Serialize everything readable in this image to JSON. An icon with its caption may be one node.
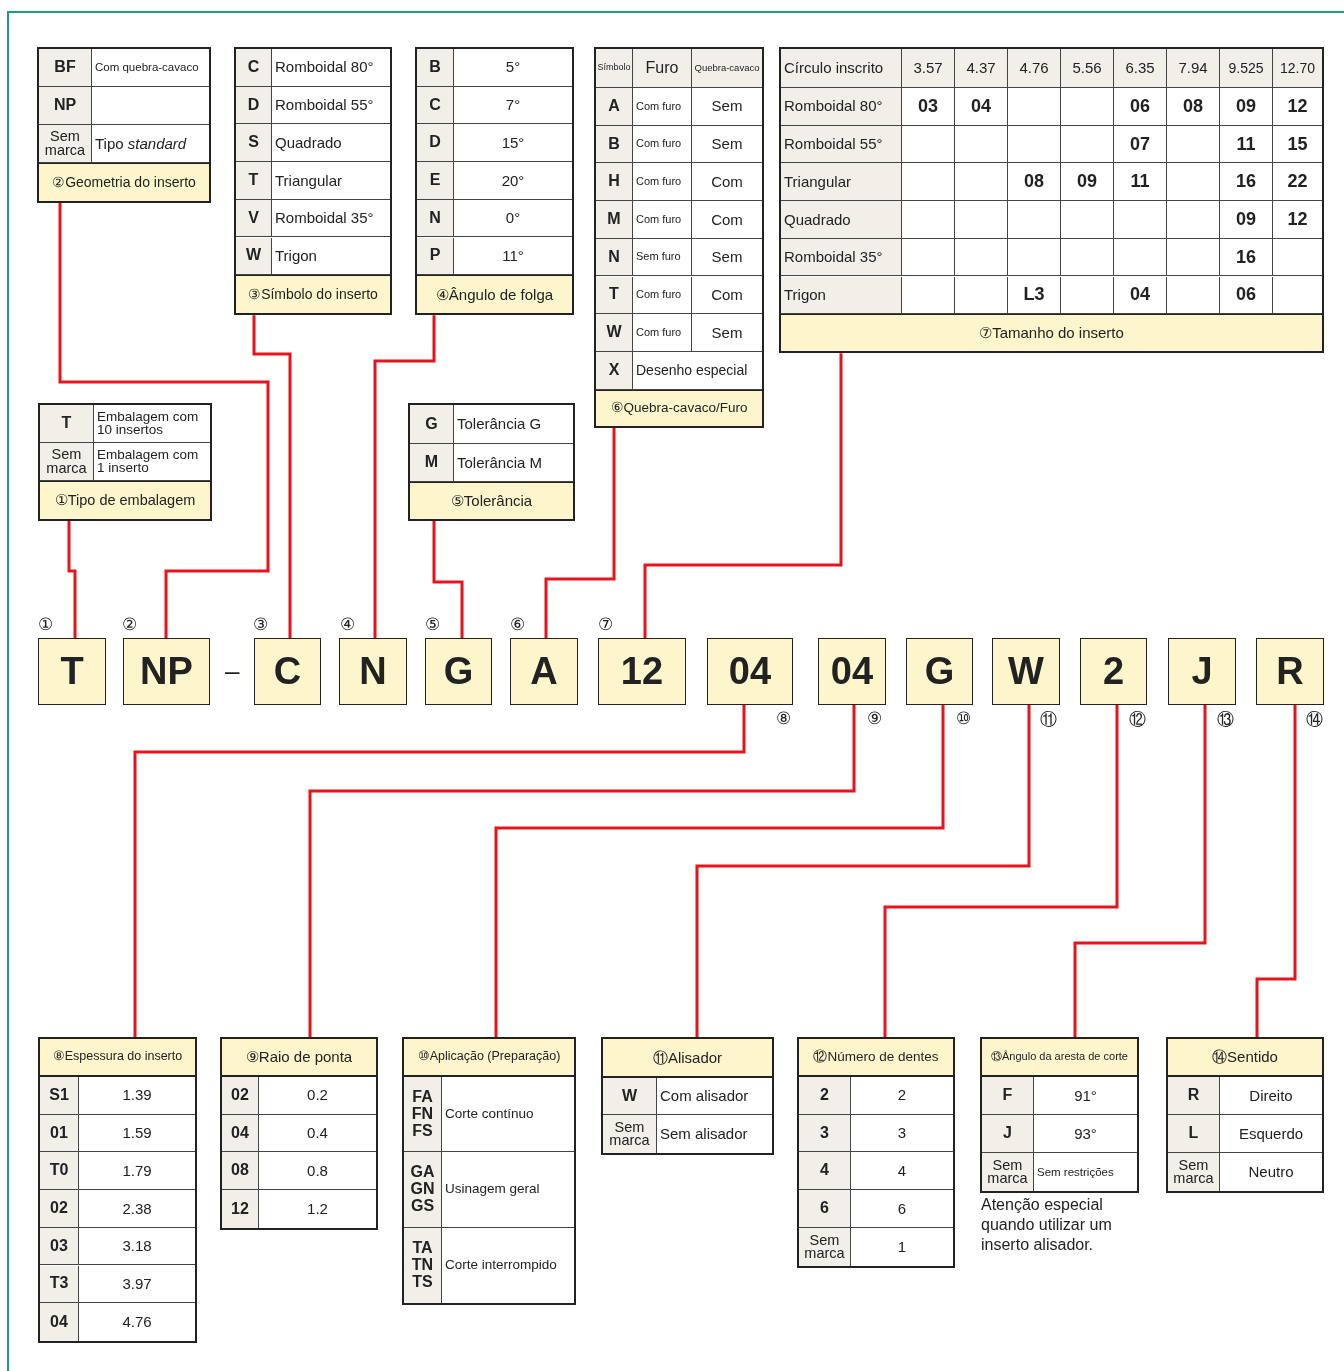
{
  "diagram": {
    "nodes": [
      {
        "text": [
          "BF",
          "Com quebra-cavaco",
          "NP",
          "Sem marca",
          "Tipo *standard*",
          "②Geometria do inserto"
        ]
      },
      {
        "text": [
          "C",
          "Romboidal 80°",
          "D",
          "Romboidal 55°",
          "S",
          "Quadrado",
          "T",
          "Triangular",
          "V",
          "Romboidal 35°",
          "W",
          "Trigon",
          "③Símbolo do inserto"
        ]
      },
      {
        "text": [
          "B",
          "5°",
          "C",
          "7°",
          "D",
          "15°",
          "E",
          "20°",
          "N",
          "0°",
          "P",
          "11°",
          "④Ângulo de folga"
        ]
      },
      {
        "text": [
          "Símbolo",
          "Furo",
          "Quebra-cavaco",
          "A",
          "Com furo",
          "Sem",
          "B",
          "Com furo",
          "Sem",
          "H",
          "Com furo",
          "Com",
          "M",
          "Com furo",
          "Com",
          "N",
          "Sem furo",
          "Sem",
          "T",
          "Com furo",
          "Com",
          "W",
          "Com furo",
          "Sem",
          "X",
          "Desenho especial",
          "⑥Quebra-cavaco/Furo"
        ]
      },
      {
        "text": [
          "Círculo inscrito",
          "3.57",
          "4.37",
          "4.76",
          "5.56",
          "6.35",
          "7.94",
          "9.525",
          "12.70",
          "Romboidal 80°",
          "03",
          "04",
          "06",
          "08",
          "09",
          "12",
          "Romboidal 55°",
          "07",
          "11",
          "15",
          "Triangular",
          "08",
          "09",
          "11",
          "16",
          "22",
          "Quadrado",
          "09",
          "12",
          "Romboidal 35°",
          "16",
          "Trigon",
          "L3",
          "04",
          "06",
          "⑦Tamanho do inserto"
        ]
      },
      {
        "text": [
          "T",
          "Embalagem com 10 insertos",
          "Sem marca",
          "Embalagem com 1 inserto",
          "①Tipo de embalagem"
        ]
      },
      {
        "text": [
          "G",
          "Tolerância G",
          "M",
          "Tolerância M",
          "⑤Tolerância"
        ]
      },
      {
        "text": [
          "T"
        ],
        "beside": [
          "①"
        ]
      },
      {
        "text": [
          "NP"
        ],
        "beside": [
          "②"
        ]
      },
      {
        "text": [
          "C"
        ],
        "beside": [
          "③"
        ]
      },
      {
        "text": [
          "N"
        ],
        "beside": [
          "④"
        ]
      },
      {
        "text": [
          "G"
        ],
        "beside": [
          "⑤"
        ]
      },
      {
        "text": [
          "A"
        ],
        "beside": [
          "⑥"
        ]
      },
      {
        "text": [
          "12"
        ],
        "beside": [
          "⑦"
        ]
      },
      {
        "text": [
          "04"
        ],
        "beside": [
          "⑧"
        ]
      },
      {
        "text": [
          "04"
        ],
        "beside": [
          "⑨"
        ]
      },
      {
        "text": [
          "G"
        ],
        "beside": [
          "⑩"
        ]
      },
      {
        "text": [
          "W"
        ],
        "beside": [
          "⑪"
        ]
      },
      {
        "text": [
          "2"
        ],
        "beside": [
          "⑫"
        ]
      },
      {
        "text": [
          "J"
        ],
        "beside": [
          "⑬"
        ]
      },
      {
        "text": [
          "R"
        ],
        "beside": [
          "⑭"
        ]
      },
      {
        "text": [
          "⑧Espessura do inserto",
          "S1",
          "1.39",
          "01",
          "1.59",
          "T0",
          "1.79",
          "02",
          "2.38",
          "03",
          "3.18",
          "T3",
          "3.97",
          "04",
          "4.76"
        ]
      },
      {
        "text": [
          "⑨Raio de ponta",
          "02",
          "0.2",
          "04",
          "0.4",
          "08",
          "0.8",
          "12",
          "1.2"
        ]
      },
      {
        "text": [
          "⑩Aplicação (Preparação)",
          "FA FN FS",
          "Corte contínuo",
          "GA GN GS",
          "Usinagem geral",
          "TA TN TS",
          "Corte interrompido"
        ]
      },
      {
        "text": [
          "⑪Alisador",
          "W",
          "Com alisador",
          "Sem marca",
          "Sem alisador"
        ]
      },
      {
        "text": [
          "⑫Número de dentes",
          "2",
          "2",
          "3",
          "3",
          "4",
          "4",
          "6",
          "6",
          "Sem marca",
          "1"
        ]
      },
      {
        "text": [
          "⑬Ângulo da aresta de corte",
          "F",
          "91°",
          "J",
          "93°",
          "Sem marca",
          "Sem restrições"
        ],
        "beside": [
          "Atenção especial quando utilizar um inserto alisador."
        ]
      },
      {
        "text": [
          "⑭Sentido",
          "R",
          "Direito",
          "L",
          "Esquerdo",
          "Sem marca",
          "Neutro"
        ]
      }
    ],
    "edges": [
      {
        "from": 5,
        "to": 7,
        "arrow": "none"
      },
      {
        "from": 0,
        "to": 8,
        "arrow": "none"
      },
      {
        "from": 1,
        "to": 9,
        "arrow": "none"
      },
      {
        "from": 2,
        "to": 10,
        "arrow": "none"
      },
      {
        "from": 6,
        "to": 11,
        "arrow": "none"
      },
      {
        "from": 3,
        "to": 12,
        "arrow": "none"
      },
      {
        "from": 4,
        "to": 13,
        "arrow": "none"
      },
      {
        "from": 21,
        "to": 14,
        "arrow": "none"
      },
      {
        "from": 22,
        "to": 15,
        "arrow": "none"
      },
      {
        "from": 23,
        "to": 16,
        "arrow": "none"
      },
      {
        "from": 24,
        "to": 17,
        "arrow": "none"
      },
      {
        "from": 25,
        "to": 18,
        "arrow": "none"
      },
      {
        "from": 26,
        "to": 19,
        "arrow": "none"
      },
      {
        "from": 27,
        "to": 20,
        "arrow": "none"
      }
    ],
    "labels": [
      "–"
    ]
  }
}
